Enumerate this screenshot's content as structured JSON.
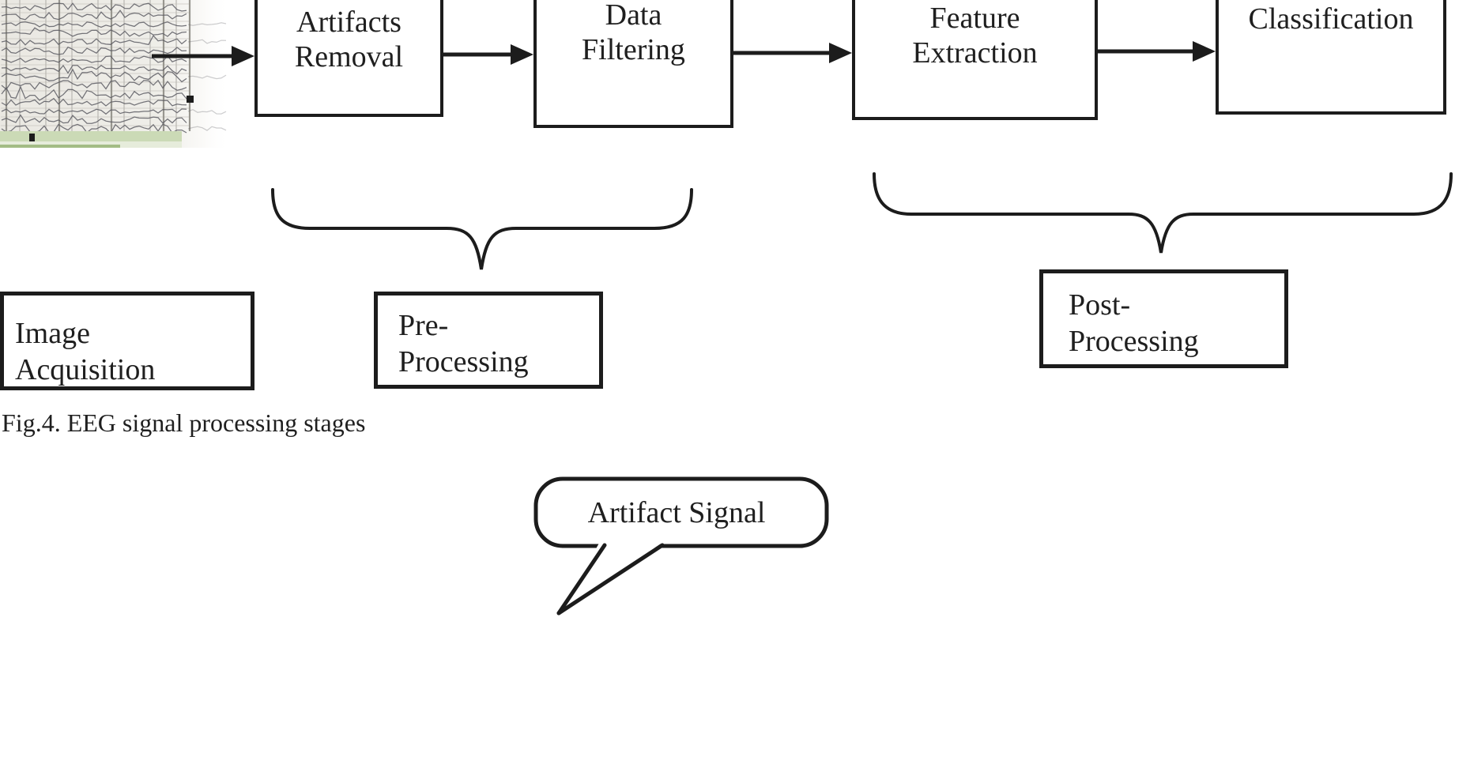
{
  "figure": {
    "caption": "Fig.4. EEG signal processing stages",
    "pipeline": [
      {
        "id": "artifacts-removal",
        "label_lines": [
          "Artifacts",
          "Removal"
        ]
      },
      {
        "id": "data-filtering",
        "label_lines": [
          "Data",
          "Filtering"
        ]
      },
      {
        "id": "feature-extraction",
        "label_lines": [
          "Feature",
          "Extraction"
        ]
      },
      {
        "id": "classification",
        "label_lines": [
          "Classification"
        ]
      }
    ],
    "stages": [
      {
        "id": "image-acquisition",
        "label_lines": [
          "Image",
          "Acquisition"
        ]
      },
      {
        "id": "pre-processing",
        "label_lines": [
          "Pre-",
          "Processing"
        ]
      },
      {
        "id": "post-processing",
        "label_lines": [
          "Post-",
          "Processing"
        ]
      }
    ],
    "groups": [
      {
        "brace": "left",
        "covers": [
          "Artifacts Removal",
          "Data Filtering"
        ],
        "points_to": "Pre-Processing"
      },
      {
        "brace": "right",
        "covers": [
          "Feature Extraction",
          "Classification"
        ],
        "points_to": "Post-Processing"
      }
    ],
    "callout": {
      "text": "Artifact Signal"
    },
    "eeg_image": "eeg-signal-recording",
    "colors": {
      "ink": "#1c1c1c",
      "text": "#1f1f1f",
      "eeg_bg": "#eae8e2",
      "eeg_grid_minor": "#b9b7b2",
      "eeg_grid_major": "#98968f",
      "eeg_grid_row": "#ccc9c3",
      "eeg_trace": "#5c5c63",
      "eeg_green": "#cbdab6",
      "eeg_green_pale": "#e6ecdb",
      "eeg_green_dark": "#a3bc85"
    }
  }
}
